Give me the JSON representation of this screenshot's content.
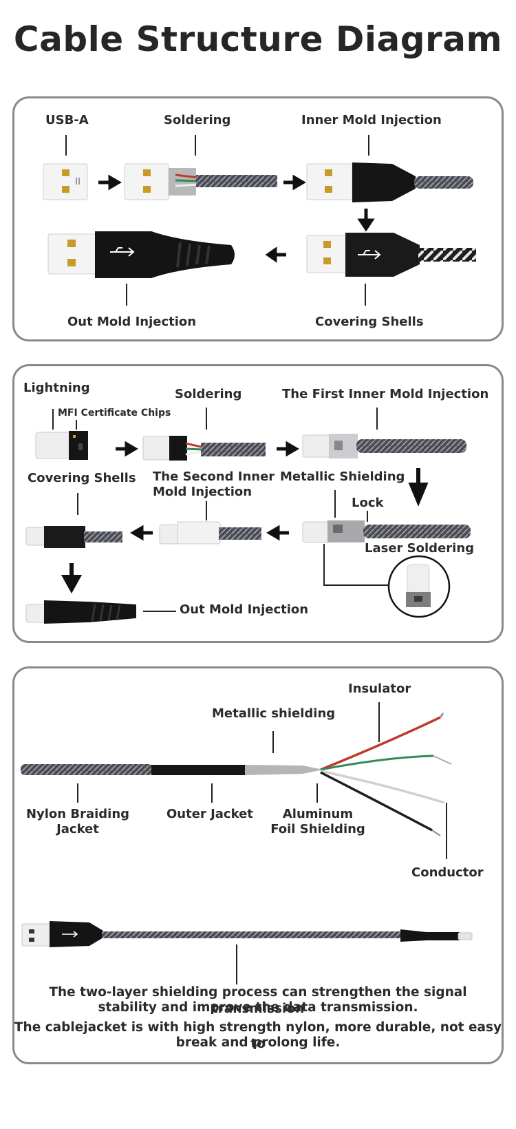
{
  "title": "Cable Structure Diagram",
  "panel1": {
    "usb_a": "USB-A",
    "soldering": "Soldering",
    "inner_mold": "Inner Mold Injection",
    "out_mold": "Out Mold Injection",
    "covering_shells": "Covering Shells"
  },
  "panel2": {
    "lightning": "Lightning",
    "mfi_chips": "MFI Certificate Chips",
    "soldering": "Soldering",
    "first_inner_mold": "The First Inner Mold Injection",
    "covering_shells": "Covering Shells",
    "second_inner_mold_line1": "The Second Inner",
    "second_inner_mold_line2": "Mold Injection",
    "metallic_shielding": "Metallic Shielding",
    "lock": "Lock",
    "laser_soldering": "Laser Soldering",
    "out_mold": "Out Mold Injection"
  },
  "panel3": {
    "insulator": "Insulator",
    "metallic_shielding": "Metallic shielding",
    "nylon_line1": "Nylon Braiding",
    "nylon_line2": "Jacket",
    "outer_jacket": "Outer Jacket",
    "aluminum_line1": "Aluminum",
    "aluminum_line2": "Foil Shielding",
    "conductor": "Conductor",
    "note1_line1": "The two-layer shielding process can strengthen the signal transmission",
    "note1_line2": "stability and improve the data transmission.",
    "note2_line1": "The cablejacket is with high strength nylon, more durable, not easy to",
    "note2_line2": "break and prolong life."
  },
  "colors": {
    "panel_border": "#8a8a8a",
    "braid": "#4a4b52",
    "mold_black": "#1c1c1c",
    "wire_red": "#c0392b",
    "wire_green": "#2e8b57",
    "wire_white": "#d9d9d9"
  }
}
